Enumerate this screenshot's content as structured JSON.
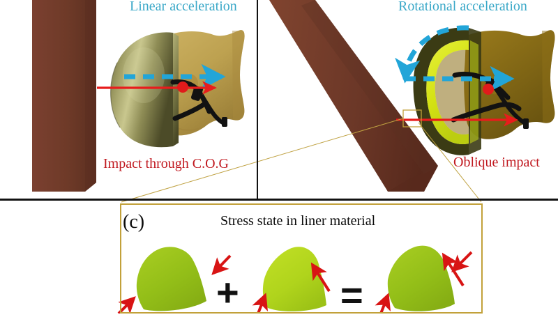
{
  "figure": {
    "type": "schematic-diagram",
    "subject": "Helmet impact mechanics and liner stress state",
    "background_color": "#ffffff"
  },
  "panels": {
    "left": {
      "name": "linear-impact-panel",
      "top_label": "Linear acceleration",
      "top_label_color": "#3aa8c8",
      "bottom_label": "Impact through C.O.G",
      "bottom_label_color": "#c0181f",
      "anvil": {
        "name": "flat-anvil",
        "color": "#6e3a28",
        "orientation": "vertical"
      },
      "helmet": {
        "name": "helmet-shell",
        "color": "#8b8a56",
        "style": "olive metallic"
      },
      "head": {
        "name": "head-form",
        "color": "#bfa152"
      },
      "strap": {
        "name": "chin-strap",
        "color": "#111111"
      },
      "cog_marker": {
        "name": "center-of-gravity-dot",
        "color": "#e01b1b"
      },
      "linear_arrow": {
        "name": "linear-acceleration-arrow",
        "color": "#22a5d8",
        "style": "dashed"
      },
      "impact_arrow": {
        "name": "impact-force-arrow",
        "color": "#e81c1c"
      }
    },
    "right": {
      "name": "oblique-impact-panel",
      "top_label": "Rotational acceleration",
      "top_label_color": "#3aa8c8",
      "bottom_label": "Oblique impact",
      "bottom_label_color": "#c0181f",
      "anvil": {
        "name": "angled-anvil",
        "color": "#6e3a28",
        "orientation": "oblique"
      },
      "helmet_shell": {
        "name": "helmet-shell-outline",
        "color": "#3b3b14"
      },
      "liner": {
        "name": "helmet-liner",
        "color": "#d8e520"
      },
      "head": {
        "name": "head-form",
        "color": "#8a6d16"
      },
      "strap": {
        "name": "chin-strap",
        "color": "#111111"
      },
      "cog_marker": {
        "name": "center-of-gravity-dot",
        "color": "#e01b1b"
      },
      "rotational_arrow": {
        "name": "rotational-acceleration-arrow",
        "color": "#22a5d8",
        "style": "curved dashed"
      },
      "linear_arrow": {
        "name": "linear-acceleration-arrow",
        "color": "#22a5d8",
        "style": "dashed"
      },
      "impact_arrow": {
        "name": "impact-force-arrow",
        "color": "#e81c1c"
      },
      "callout_box": {
        "name": "liner-detail-callout",
        "color": "#c2a13a"
      }
    },
    "bottom": {
      "name": "stress-state-panel",
      "tag": "(c)",
      "title": "Stress state in liner material",
      "border_color": "#c2a13a",
      "operators": [
        "+",
        "="
      ],
      "elements": [
        {
          "name": "compression-element",
          "label": "",
          "fill": "#9ac41e",
          "stress": "normal compression",
          "arrow_color": "#d81414",
          "arrow_mode": "inward-normal"
        },
        {
          "name": "shear-element",
          "label": "",
          "fill": "#b4d81c",
          "stress": "shear",
          "arrow_color": "#d81414",
          "arrow_mode": "tangential-pair"
        },
        {
          "name": "combined-element",
          "label": "",
          "fill": "#9ac41e",
          "stress": "combined compression and shear",
          "arrow_color": "#d81414",
          "arrow_mode": "combined"
        }
      ]
    }
  }
}
